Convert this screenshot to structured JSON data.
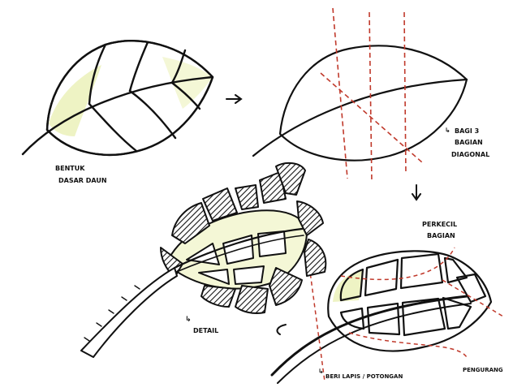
{
  "labels": {
    "step1": [
      "BENTUK",
      "DASAR DAUN"
    ],
    "step2": [
      "BAGI 3",
      "BAGIAN",
      "DIAGONAL"
    ],
    "step3": [
      "PERKECIL",
      "BAGIAN"
    ],
    "step4": "BERI LAPIS / POTONGAN",
    "step4b": "PENGURANG",
    "step5": "DETAIL"
  },
  "colors": {
    "ink": "#111111",
    "guide": "#c0392b",
    "tint": "#eef3c4",
    "tint2": "#f4f7d6"
  }
}
